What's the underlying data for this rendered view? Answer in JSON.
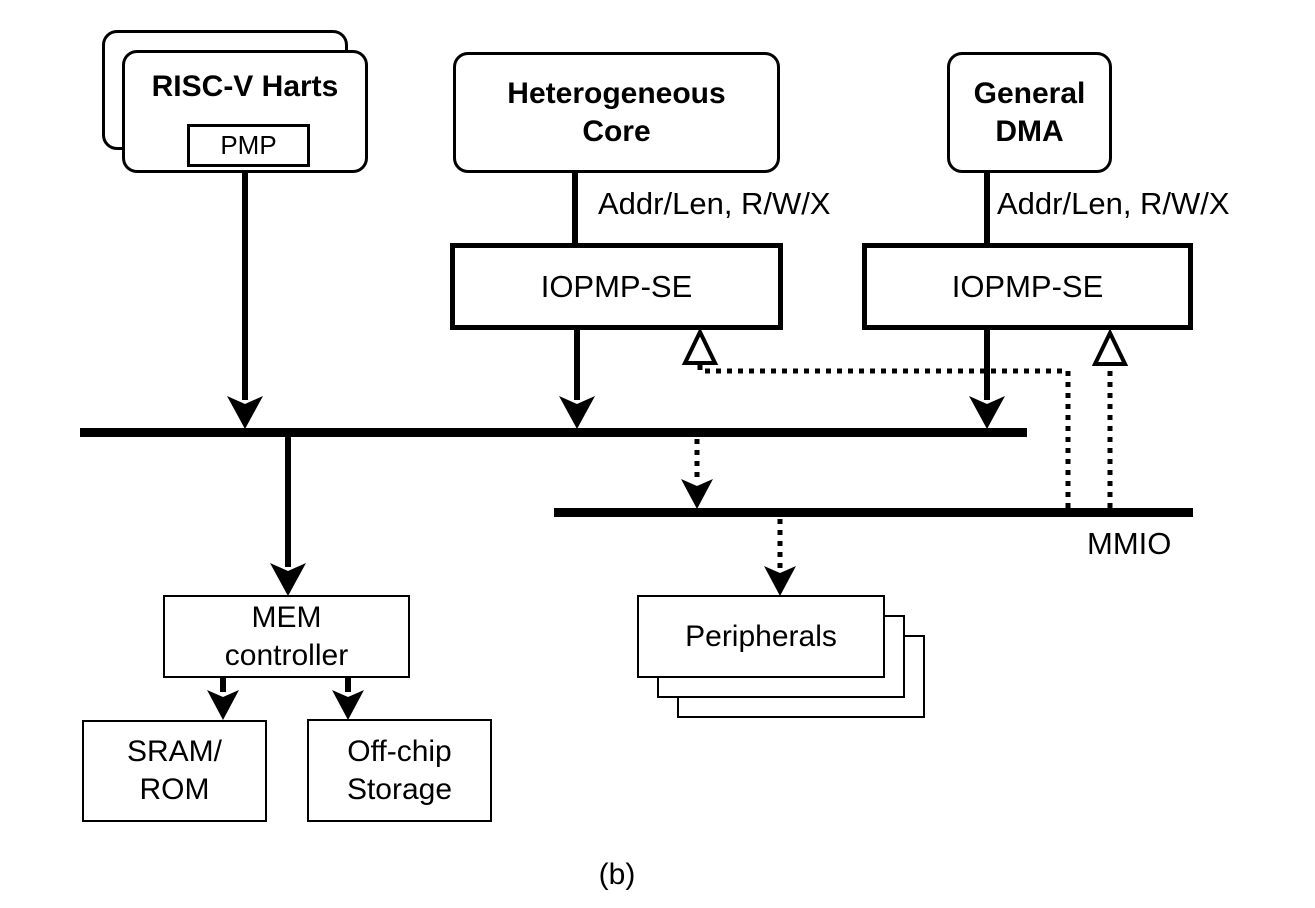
{
  "colors": {
    "ink": "#000000",
    "background": "#ffffff",
    "box_fill": "#ffffff"
  },
  "nodes": {
    "riscv_harts": {
      "title": "RISC-V Harts",
      "pmp": "PMP"
    },
    "het_core": {
      "line1": "Heterogeneous",
      "line2": "Core"
    },
    "general_dma": {
      "line1": "General",
      "line2": "DMA"
    },
    "iopmp_left": {
      "label": "IOPMP-SE"
    },
    "iopmp_right": {
      "label": "IOPMP-SE"
    },
    "mem_controller": {
      "line1": "MEM",
      "line2": "controller"
    },
    "sram_rom": {
      "line1": "SRAM/",
      "line2": "ROM"
    },
    "offchip_storage": {
      "line1": "Off-chip",
      "line2": "Storage"
    },
    "peripherals": {
      "label": "Peripherals"
    }
  },
  "labels": {
    "addr_len_left": "Addr/Len, R/W/X",
    "addr_len_right": "Addr/Len, R/W/X",
    "mmio": "MMIO",
    "caption": "(b)"
  }
}
